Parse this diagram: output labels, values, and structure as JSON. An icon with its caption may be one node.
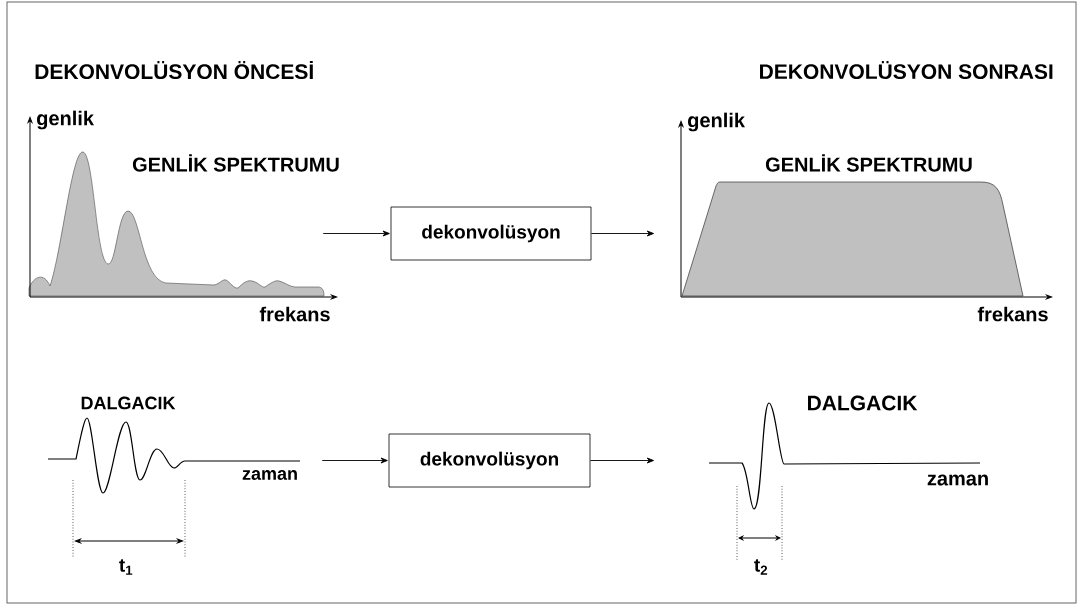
{
  "diagram": {
    "nodes": [
      {
        "text": [
          "genlik",
          "GENLİK SPEKTRUMU",
          "frekans"
        ]
      },
      {
        "text": [
          "dekonvolüsyon"
        ]
      },
      {
        "text": [
          "genlik",
          "GENLİK SPEKTRUMU",
          "frekans"
        ]
      },
      {
        "text": [
          "DALGACIK",
          "zaman"
        ],
        "beside": [
          "t$_{1}$"
        ]
      },
      {
        "text": [
          "dekonvolüsyon"
        ]
      },
      {
        "text": [
          "DALGACIK",
          "zaman"
        ],
        "beside": [
          "t$_{2}$"
        ]
      }
    ],
    "edges": [
      {
        "from": 0,
        "to": 1,
        "arrow": "to"
      },
      {
        "from": 1,
        "to": 2,
        "arrow": "to"
      },
      {
        "from": 3,
        "to": 4,
        "arrow": "to"
      },
      {
        "from": 4,
        "to": 5,
        "arrow": "to"
      }
    ],
    "labels": [
      "DEKONVOLÜSYON ÖNCESİ",
      "DEKONVOLÜSYON SONRASI"
    ]
  }
}
